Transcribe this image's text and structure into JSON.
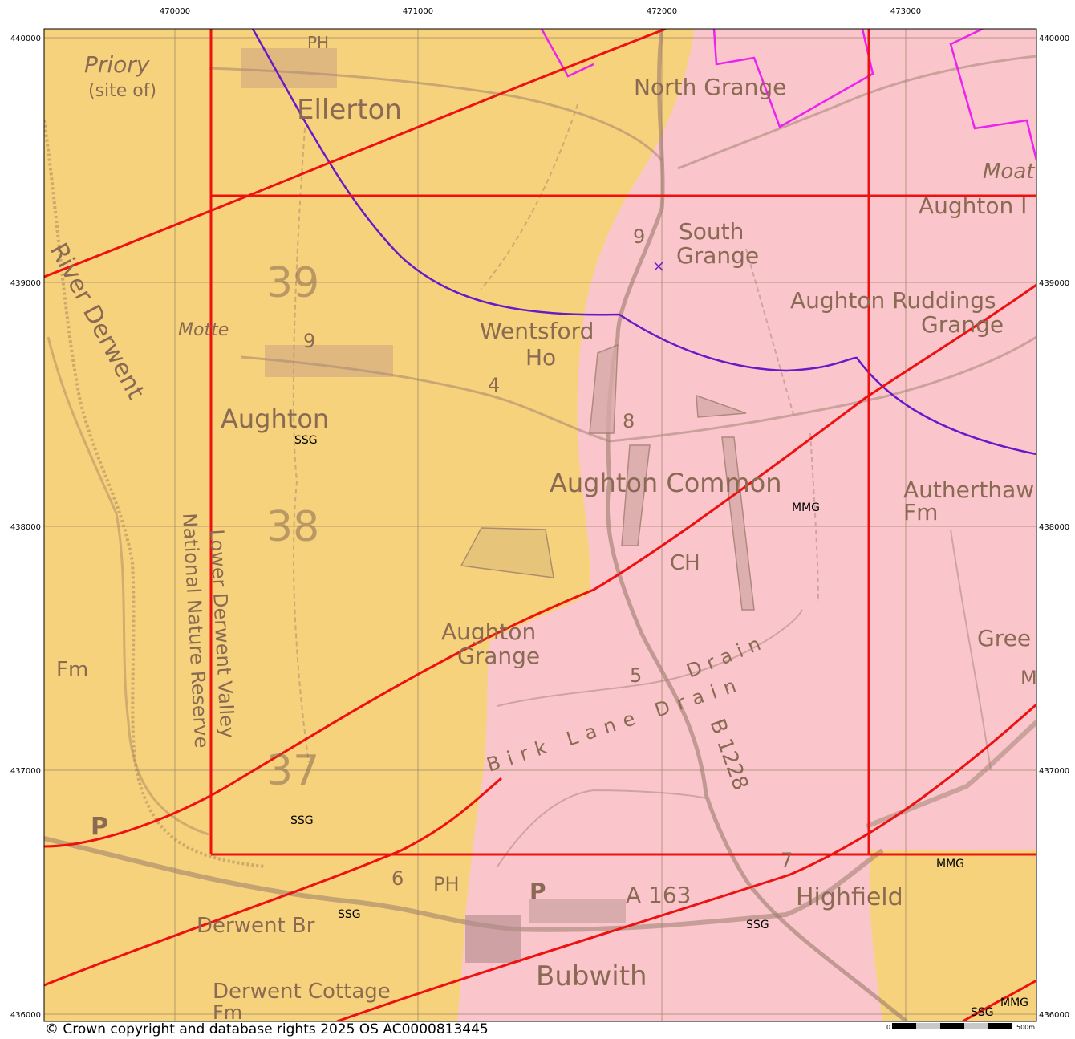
{
  "easting_ticks": [
    "470000",
    "471000",
    "472000",
    "473000"
  ],
  "northing_ticks": [
    "440000",
    "439000",
    "438000",
    "437000",
    "436000"
  ],
  "place_names": {
    "priory": "Priory",
    "site_of": "(site of)",
    "ph_north": "PH",
    "ellerton": "Ellerton",
    "north_grange": "North Grange",
    "moat": "Moat",
    "aughton_top": "Aughton I",
    "south_grange_1": "South",
    "south_grange_2": "Grange",
    "aughton_ruddings": "Aughton Ruddings",
    "ruddings_grange": "Grange",
    "wentsford": "Wentsford",
    "ho": "Ho",
    "motte": "Motte",
    "aughton": "Aughton",
    "aughton_common": "Aughton Common",
    "autherthaw": "Autherthaw",
    "fm_autherthaw": "Fm",
    "ch": "CH",
    "aughton_grange_1": "Aughton",
    "aughton_grange_2": "Grange",
    "green": "Gree",
    "m_right": "M",
    "fm_left": "Fm",
    "river_derwent": "River Derwent",
    "lower_derwent": "Lower Derwent Valley",
    "national_nature_reserve": "National Nature Reserve",
    "birk_lane_drain": "Birk Lane Drain",
    "drain": "Drain",
    "b1228": "B 1228",
    "derwent_br": "Derwent Br",
    "derwent_cottage": "Derwent Cottage",
    "derwent_fm": "Fm",
    "ph_south": "PH",
    "p_south": "P",
    "a163": "A 163",
    "highfield": "Highfield",
    "bubwith": "Bubwith",
    "p_box": "P"
  },
  "spot_numbers": {
    "n9_south_grange": "9",
    "n39": "39",
    "n9_aughton": "9",
    "n4": "4",
    "n8": "8",
    "n38": "38",
    "n5": "5",
    "n37": "37",
    "n6": "6",
    "n7": "7"
  },
  "geology_labels": {
    "ssg_aughton": "SSG",
    "mmg_common": "MMG",
    "ssg_west": "SSG",
    "mmg_east": "MMG",
    "ssg_derwent": "SSG",
    "ssg_highfield": "SSG",
    "ssg_corner": "SSG",
    "mmg_corner": "MMG"
  },
  "scale_bar": {
    "start": "0",
    "end": "500m"
  },
  "copyright": "© Crown copyright and database rights 2025 OS AC0000813445",
  "colors": {
    "ssg_fill": "#f7d27c",
    "mmg_fill": "#fac6cc",
    "boundary_red": "#ee1111",
    "arc_purple": "#6a18c8",
    "outline_magenta": "#ee22ee"
  }
}
